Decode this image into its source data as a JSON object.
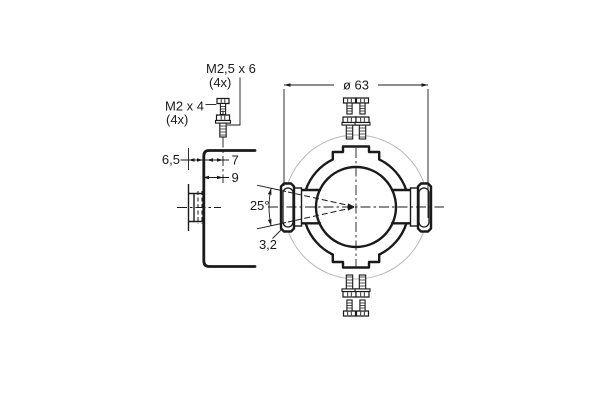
{
  "side_view": {
    "label_screw_m25": "M2,5 x 6",
    "label_screw_m25_qty": "(4x)",
    "label_screw_m2": "M2 x 4",
    "label_screw_m2_qty": "(4x)",
    "dim_6_5": "6,5",
    "dim_7": "7",
    "dim_9": "9"
  },
  "front_view": {
    "dim_diameter": "ø 63",
    "dim_angle": "25°",
    "dim_3_2": "3,2"
  },
  "colors": {
    "line": "#1a1a1a",
    "phantom": "#b7b7b7",
    "background": "#ffffff"
  }
}
